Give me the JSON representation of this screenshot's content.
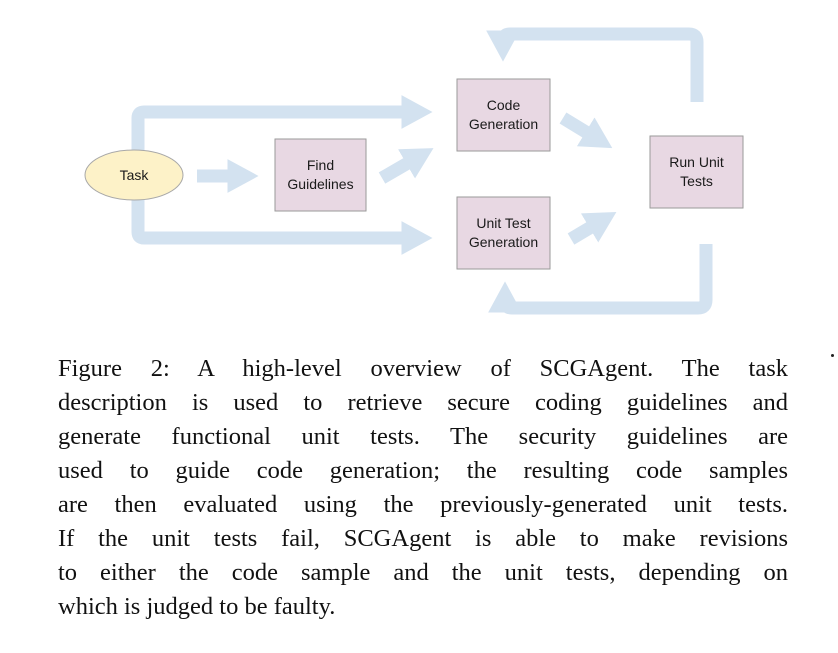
{
  "colors": {
    "arrow": "#d3e2f0",
    "process_fill": "#e8d8e3",
    "process_stroke": "#9a9a9a",
    "start_fill": "#fdf2c8",
    "start_stroke": "#a8a8a8"
  },
  "nodes": {
    "task": "Task",
    "find_guidelines": [
      "Find",
      "Guidelines"
    ],
    "code_generation": [
      "Code",
      "Generation"
    ],
    "unit_test_generation": [
      "Unit Test",
      "Generation"
    ],
    "run_unit_tests": [
      "Run Unit",
      "Tests"
    ]
  },
  "caption": {
    "lines": [
      "Figure 2: A high-level overview of SCGAgent. The task",
      "description is used to retrieve secure coding guidelines and",
      "generate functional unit tests. The security guidelines are",
      "used to guide code generation; the resulting code samples",
      "are then evaluated using the previously-generated unit tests.",
      "If the unit tests fail, SCGAgent is able to make revisions",
      "to either the code sample and the unit tests, depending on",
      "which is judged to be faulty."
    ]
  }
}
